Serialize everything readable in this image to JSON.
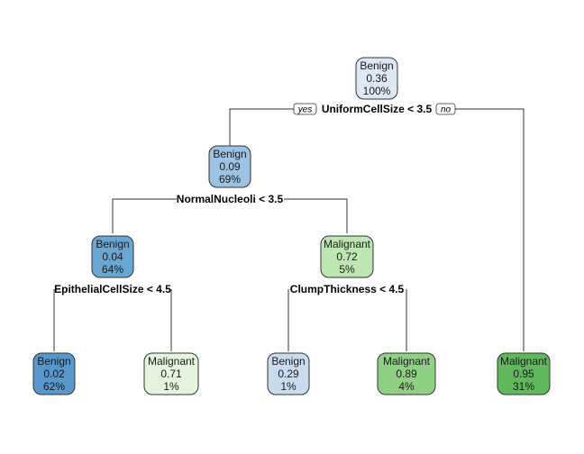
{
  "tree": {
    "branch_labels": {
      "yes": "yes",
      "no": "no"
    },
    "nodes": [
      {
        "id": "root",
        "class": "Benign",
        "prob": "0.36",
        "pct": "100%",
        "fill": "#dde8f4"
      },
      {
        "id": "n2",
        "class": "Benign",
        "prob": "0.09",
        "pct": "69%",
        "fill": "#9dc3e4"
      },
      {
        "id": "n4",
        "class": "Benign",
        "prob": "0.04",
        "pct": "64%",
        "fill": "#6aa6d3"
      },
      {
        "id": "n5",
        "class": "Malignant",
        "prob": "0.72",
        "pct": "5%",
        "fill": "#bde6b3"
      },
      {
        "id": "leaf8",
        "class": "Benign",
        "prob": "0.02",
        "pct": "62%",
        "fill": "#5897cb"
      },
      {
        "id": "leaf9",
        "class": "Malignant",
        "prob": "0.71",
        "pct": "1%",
        "fill": "#e4f4dd"
      },
      {
        "id": "leaf10",
        "class": "Benign",
        "prob": "0.29",
        "pct": "1%",
        "fill": "#c9dcef"
      },
      {
        "id": "leaf11",
        "class": "Malignant",
        "prob": "0.89",
        "pct": "4%",
        "fill": "#90d085"
      },
      {
        "id": "leaf3",
        "class": "Malignant",
        "prob": "0.95",
        "pct": "31%",
        "fill": "#61b85c"
      }
    ],
    "splits": [
      {
        "id": "s_root",
        "label": "UniformCellSize < 3.5"
      },
      {
        "id": "s_n2",
        "label": "NormalNucleoli < 3.5"
      },
      {
        "id": "s_n4",
        "label": "EpithelialCellSize < 4.5"
      },
      {
        "id": "s_n5",
        "label": "ClumpThickness < 4.5"
      }
    ]
  }
}
